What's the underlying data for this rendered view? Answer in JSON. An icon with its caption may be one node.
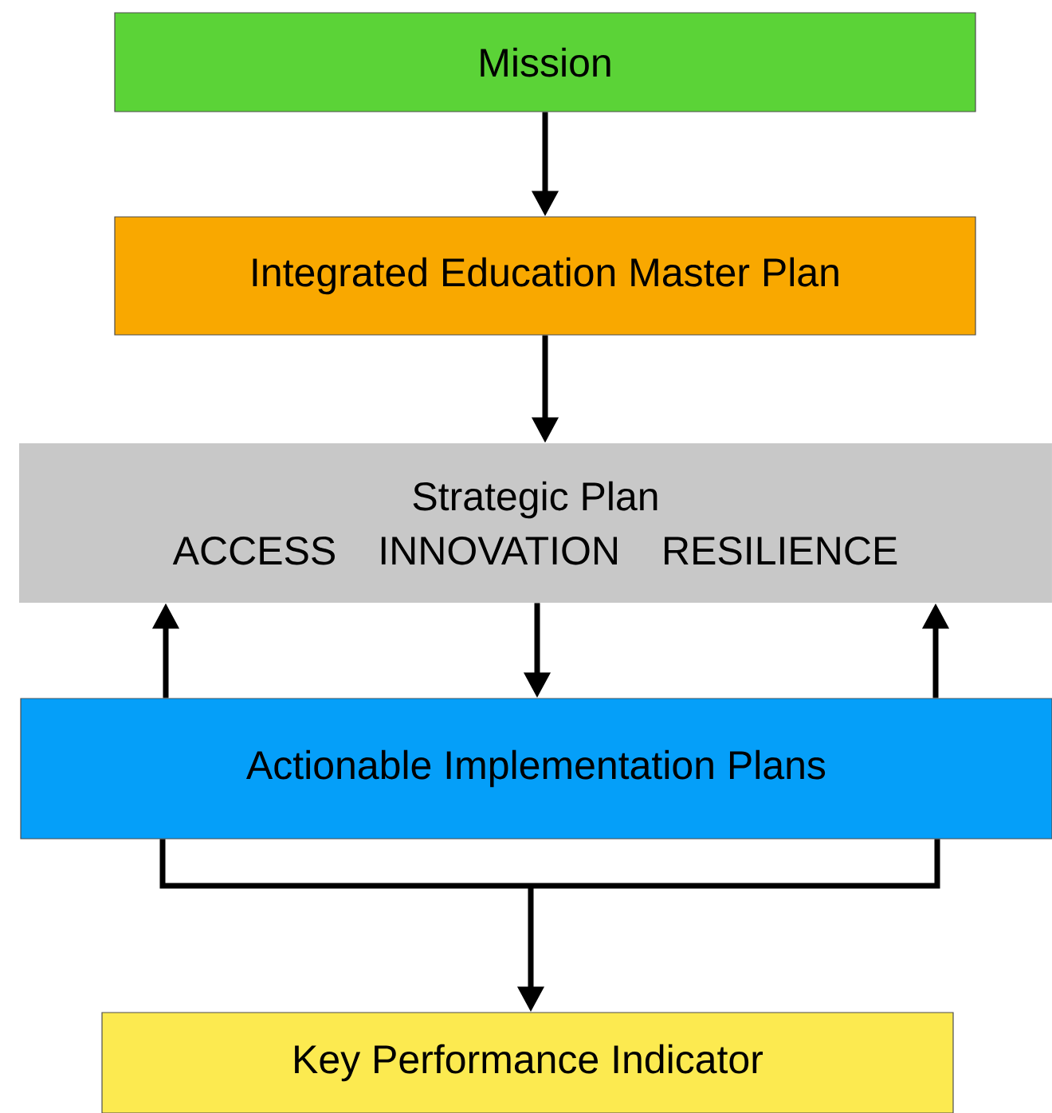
{
  "diagram": {
    "nodes": [
      {
        "text": [
          "Mission"
        ]
      },
      {
        "text": [
          "Integrated Education Master Plan"
        ]
      },
      {
        "text": [
          "Strategic Plan",
          "ACCESS",
          "INNOVATION",
          "RESILIENCE"
        ]
      },
      {
        "text": [
          "Actionable Implementation Plans"
        ]
      },
      {
        "text": [
          "Key Performance Indicator"
        ]
      }
    ],
    "edges": [
      {
        "from": 0,
        "to": 1,
        "arrow": "to"
      },
      {
        "from": 1,
        "to": 2,
        "arrow": "to"
      },
      {
        "from": 3,
        "to": 2,
        "arrow": "to"
      },
      {
        "from": 2,
        "to": 3,
        "arrow": "to"
      },
      {
        "from": 3,
        "to": 2,
        "arrow": "to"
      },
      {
        "from": 3,
        "to": 4,
        "arrow": "to"
      }
    ]
  }
}
